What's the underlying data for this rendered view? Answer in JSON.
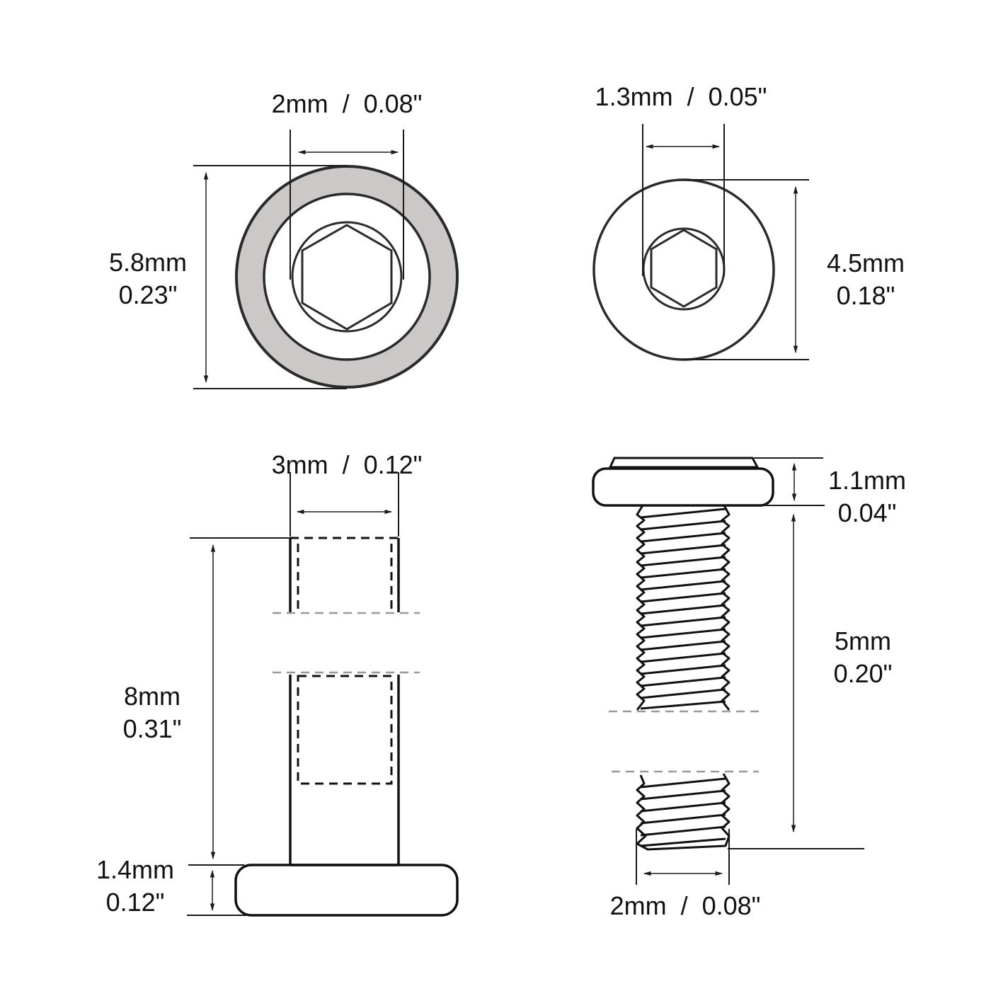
{
  "colors": {
    "stroke": "#1a1a1a",
    "ring_fill": "#cbc8c7",
    "dashed_gray": "#999999",
    "background": "#ffffff"
  },
  "views": {
    "top_left": {
      "name": "head-top-view-large",
      "socket_width": "2mm  /  0.08\"",
      "head_diameter": {
        "mm": "5.8mm",
        "inch": "0.23\""
      }
    },
    "top_right": {
      "name": "head-top-view-small",
      "socket_width": "1.3mm  /  0.05\"",
      "head_diameter": {
        "mm": "4.5mm",
        "inch": "0.18\""
      }
    },
    "bottom_left": {
      "name": "barrel-nut-side-view",
      "shank_diameter": "3mm  /  0.12\"",
      "shank_length": {
        "mm": "8mm",
        "inch": "0.31\""
      },
      "head_height": {
        "mm": "1.4mm",
        "inch": "0.12\""
      }
    },
    "bottom_right": {
      "name": "screw-side-view",
      "head_height": {
        "mm": "1.1mm",
        "inch": "0.04\""
      },
      "thread_length": {
        "mm": "5mm",
        "inch": "0.20\""
      },
      "thread_diameter": "2mm  /  0.08\""
    }
  }
}
